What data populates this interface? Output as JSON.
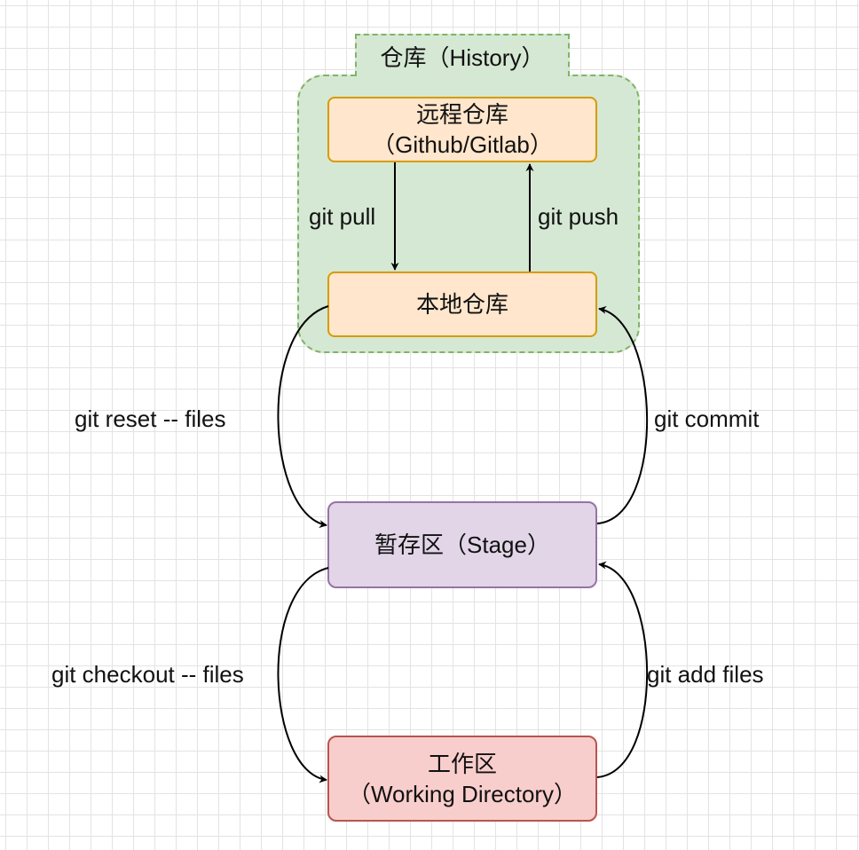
{
  "history": {
    "label": "仓库（History）"
  },
  "nodes": {
    "remote": {
      "line1": "远程仓库",
      "line2": "（Github/Gitlab）"
    },
    "local": {
      "label": "本地仓库"
    },
    "stage": {
      "label": "暂存区（Stage）"
    },
    "workdir": {
      "line1": "工作区",
      "line2": "（Working Directory）"
    }
  },
  "edges": {
    "pull": "git pull",
    "push": "git push",
    "reset": "git reset -- files",
    "commit": "git commit",
    "checkout": "git checkout -- files",
    "add": "git add files"
  },
  "colors": {
    "history_fill": "#d5e8d4",
    "history_stroke": "#82b366",
    "repo_fill": "#ffe6cc",
    "repo_stroke": "#d79b00",
    "stage_fill": "#e1d5e7",
    "stage_stroke": "#9673a6",
    "work_fill": "#f8cecc",
    "work_stroke": "#b85450",
    "grid": "#e3e3e3"
  }
}
